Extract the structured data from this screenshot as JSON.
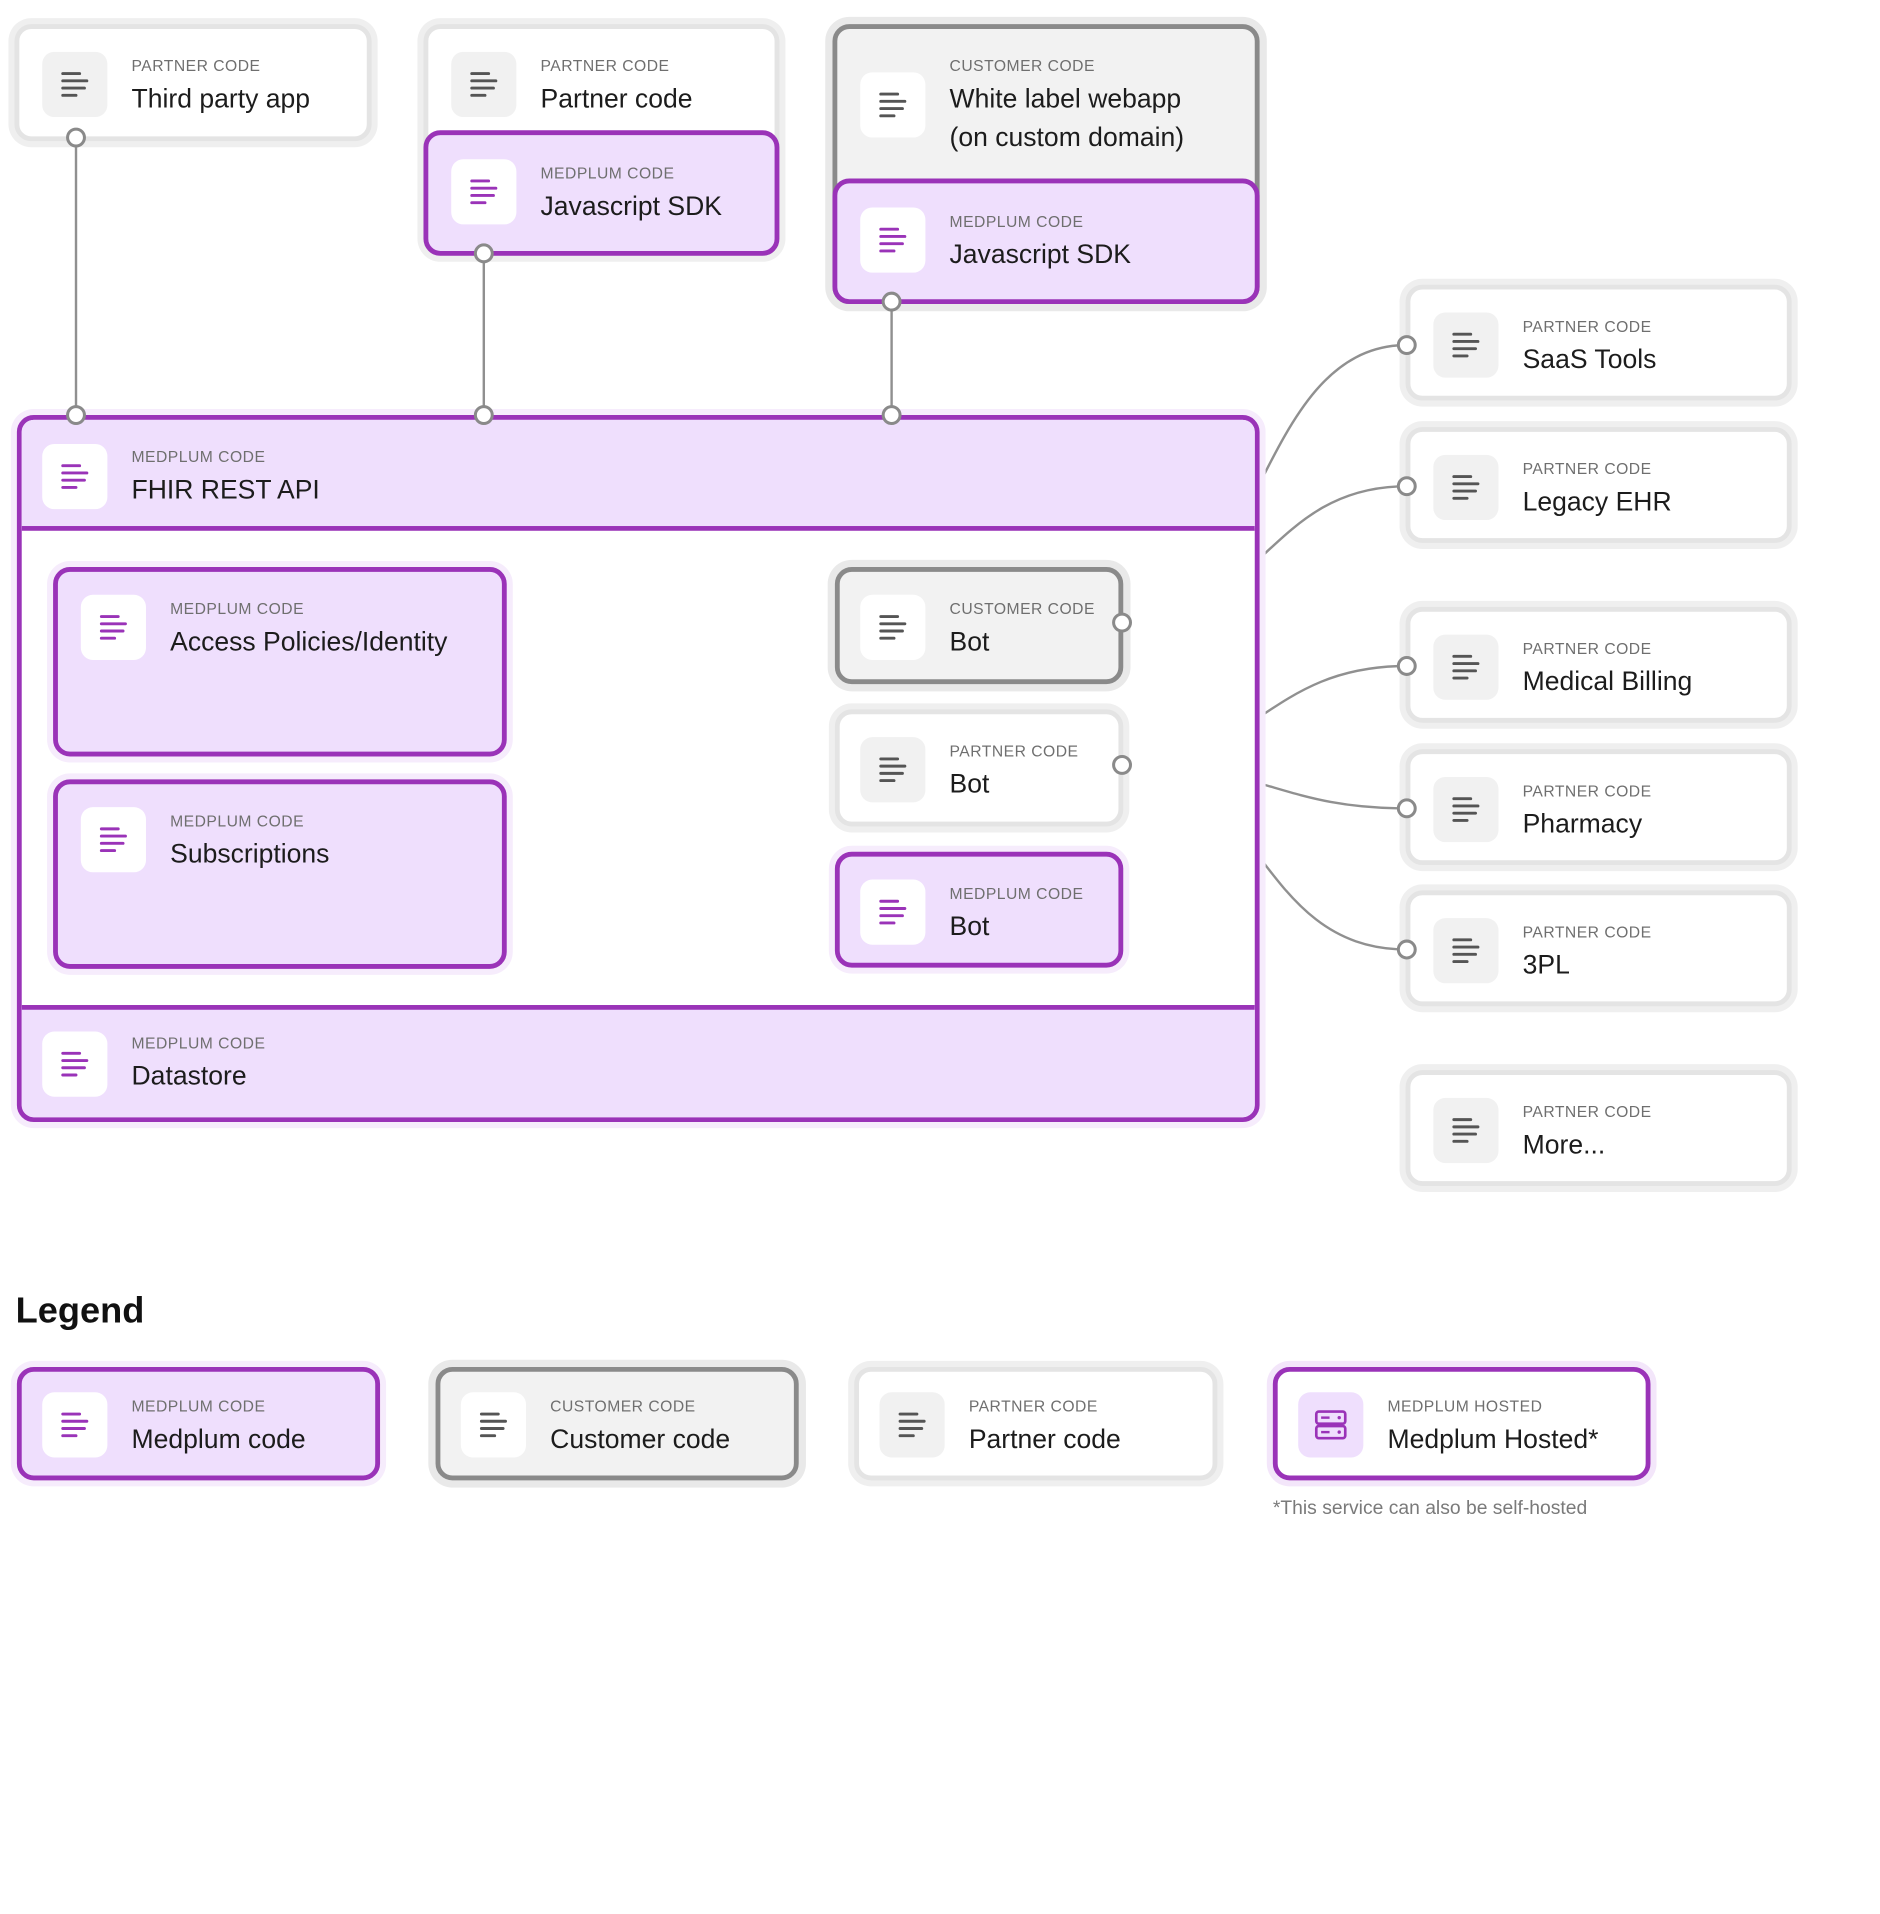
{
  "colors": {
    "medplum_purple": "#9a33b8",
    "medplum_fill": "#efdffd",
    "customer_gray": "#8a8a8a",
    "partner_border": "#e6e6e6",
    "connector": "#909090"
  },
  "icons": {
    "text_lines": "text-align-left-icon",
    "server": "server-icon"
  },
  "nodes": {
    "third_party_app": {
      "eyebrow": "PARTNER CODE",
      "title": "Third party app"
    },
    "partner_code_top": {
      "eyebrow": "PARTNER CODE",
      "title": "Partner code"
    },
    "js_sdk_1": {
      "eyebrow": "MEDPLUM CODE",
      "title": "Javascript SDK"
    },
    "white_label": {
      "eyebrow": "CUSTOMER CODE",
      "title_line1": "White label webapp",
      "title_line2": "(on custom domain)"
    },
    "js_sdk_2": {
      "eyebrow": "MEDPLUM CODE",
      "title": "Javascript SDK"
    },
    "fhir_api": {
      "eyebrow": "MEDPLUM CODE",
      "title": "FHIR REST API"
    },
    "access_policies": {
      "eyebrow": "MEDPLUM CODE",
      "title": "Access Policies/Identity"
    },
    "subscriptions": {
      "eyebrow": "MEDPLUM CODE",
      "title": "Subscriptions"
    },
    "bot_customer": {
      "eyebrow": "CUSTOMER CODE",
      "title": "Bot"
    },
    "bot_partner": {
      "eyebrow": "PARTNER CODE",
      "title": "Bot"
    },
    "bot_medplum": {
      "eyebrow": "MEDPLUM CODE",
      "title": "Bot"
    },
    "datastore": {
      "eyebrow": "MEDPLUM CODE",
      "title": "Datastore"
    },
    "saas_tools": {
      "eyebrow": "PARTNER CODE",
      "title": "SaaS Tools"
    },
    "legacy_ehr": {
      "eyebrow": "PARTNER CODE",
      "title": "Legacy EHR"
    },
    "medical_billing": {
      "eyebrow": "PARTNER CODE",
      "title": "Medical Billing"
    },
    "pharmacy": {
      "eyebrow": "PARTNER CODE",
      "title": "Pharmacy"
    },
    "three_pl": {
      "eyebrow": "PARTNER CODE",
      "title": "3PL"
    },
    "more": {
      "eyebrow": "PARTNER CODE",
      "title": "More..."
    }
  },
  "legend": {
    "title": "Legend",
    "medplum": {
      "eyebrow": "MEDPLUM CODE",
      "title": "Medplum code"
    },
    "customer": {
      "eyebrow": "CUSTOMER CODE",
      "title": "Customer code"
    },
    "partner": {
      "eyebrow": "PARTNER CODE",
      "title": "Partner code"
    },
    "hosted": {
      "eyebrow": "MEDPLUM HOSTED",
      "title": "Medplum Hosted*"
    },
    "footnote": "*This service can also be self-hosted"
  }
}
